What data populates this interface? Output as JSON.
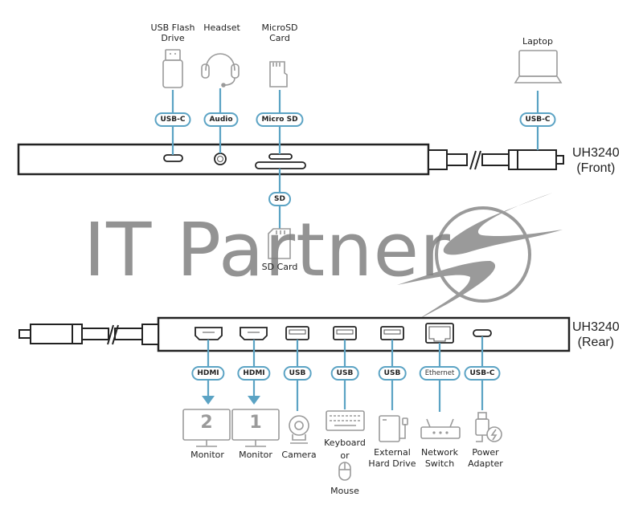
{
  "front": {
    "model_label": "UH3240",
    "side_label": "(Front)",
    "devices": [
      {
        "id": "usb-flash",
        "label_lines": [
          "USB Flash",
          "Drive"
        ],
        "port": "USB-C"
      },
      {
        "id": "headset",
        "label_lines": [
          "Headset"
        ],
        "port": "Audio"
      },
      {
        "id": "microsd",
        "label_lines": [
          "MicroSD",
          "Card"
        ],
        "port": "Micro SD"
      },
      {
        "id": "sdcard",
        "label_lines": [
          "SD Card"
        ],
        "port": "SD"
      },
      {
        "id": "laptop",
        "label_lines": [
          "Laptop"
        ],
        "port": "USB-C"
      }
    ]
  },
  "rear": {
    "model_label": "UH3240",
    "side_label": "(Rear)",
    "devices": [
      {
        "id": "monitor-2",
        "label_lines": [
          "Monitor"
        ],
        "port": "HDMI",
        "screen_number": "2"
      },
      {
        "id": "monitor-1",
        "label_lines": [
          "Monitor"
        ],
        "port": "HDMI",
        "screen_number": "1"
      },
      {
        "id": "camera",
        "label_lines": [
          "Camera"
        ],
        "port": "USB"
      },
      {
        "id": "keyboard-mouse",
        "label_lines": [
          "Keyboard",
          "or"
        ],
        "extra_label": "Mouse",
        "port": "USB"
      },
      {
        "id": "external-hdd",
        "label_lines": [
          "External",
          "Hard Drive"
        ],
        "port": "USB"
      },
      {
        "id": "network-switch",
        "label_lines": [
          "Network",
          "Switch"
        ],
        "port": "Ethernet"
      },
      {
        "id": "power-adapter",
        "label_lines": [
          "Power",
          "Adapter"
        ],
        "port": "USB-C"
      }
    ]
  },
  "watermark": {
    "text": "IT Partner"
  },
  "colors": {
    "connector_line": "#5ba3c4",
    "outline": "#222222",
    "device_icon": "#9a9a9a",
    "watermark": "#8c8c8c"
  }
}
